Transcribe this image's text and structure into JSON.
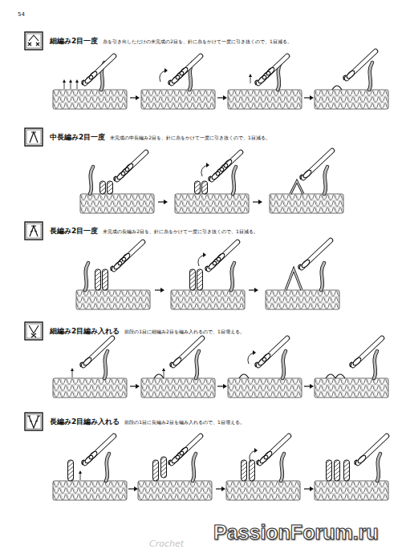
{
  "diagram": {
    "labels": [
      "54",
      "細編み2目一度",
      "糸を引き出しただけの未完成の2目を、針に糸をかけて一度に引き抜くので、1目減る。",
      "中長編み2目一度",
      "未完成の中長編み2目を、針に糸をかけて一度に引き抜くので、1目減る。",
      "長編み2目一度",
      "未完成の長編み2目を、針に糸をかけて一度に引き抜くので、1目減る。",
      "細編み2目編み入れる",
      "前段の1目に細編み2目を編み入れるので、1目増える。",
      "長編み2目編み入れる",
      "前段の1目に長編み2目を編み入れるので、1目増える。",
      "Crochet",
      "PassionForum.ru"
    ]
  }
}
